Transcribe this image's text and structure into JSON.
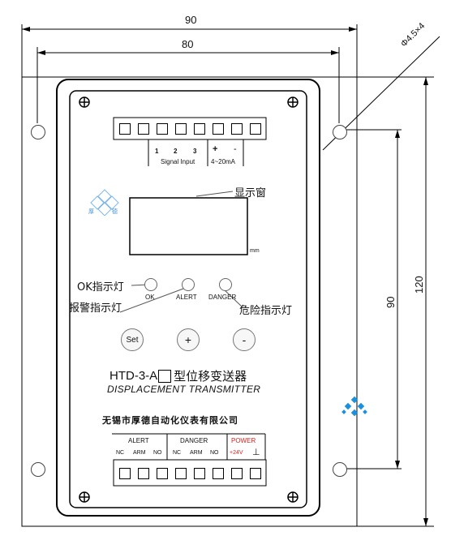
{
  "dimensions": {
    "width_outer": "90",
    "width_inner": "80",
    "height_outer": "120",
    "height_inner": "90",
    "hole_spec": "Φ4.5×4",
    "display_unit": "mm"
  },
  "terminals_top": {
    "channel_1": "1",
    "channel_2": "2",
    "channel_3": "3",
    "plus": "+",
    "minus": "-",
    "signal_input": "Signal Input",
    "current_range": "4~20mA"
  },
  "display": {
    "callout": "显示窗"
  },
  "logo": {
    "char_1": "厚",
    "char_2": "德",
    "colors": {
      "logo": "#3a8fd6"
    }
  },
  "indicators": {
    "ok_callout": "OK指示灯",
    "alarm_callout": "报警指示灯",
    "danger_callout": "危险指示灯",
    "ok_label": "OK",
    "alert_label": "ALERT",
    "danger_label": "DANGER"
  },
  "buttons": {
    "set": "Set",
    "plus": "+",
    "minus": "-"
  },
  "product": {
    "model_prefix": "HTD-3-A",
    "model_suffix": "型位移变送器",
    "english_name": "DISPLACEMENT TRANSMITTER",
    "company": "无锡市厚德自动化仪表有限公司"
  },
  "terminals_bottom": {
    "alert": "ALERT",
    "danger": "DANGER",
    "power": "POWER",
    "nc": "NC",
    "arm": "ARM",
    "no": "NO",
    "plus24v": "+24V",
    "ground": "⊥",
    "colors": {
      "power": "#e02020"
    }
  }
}
